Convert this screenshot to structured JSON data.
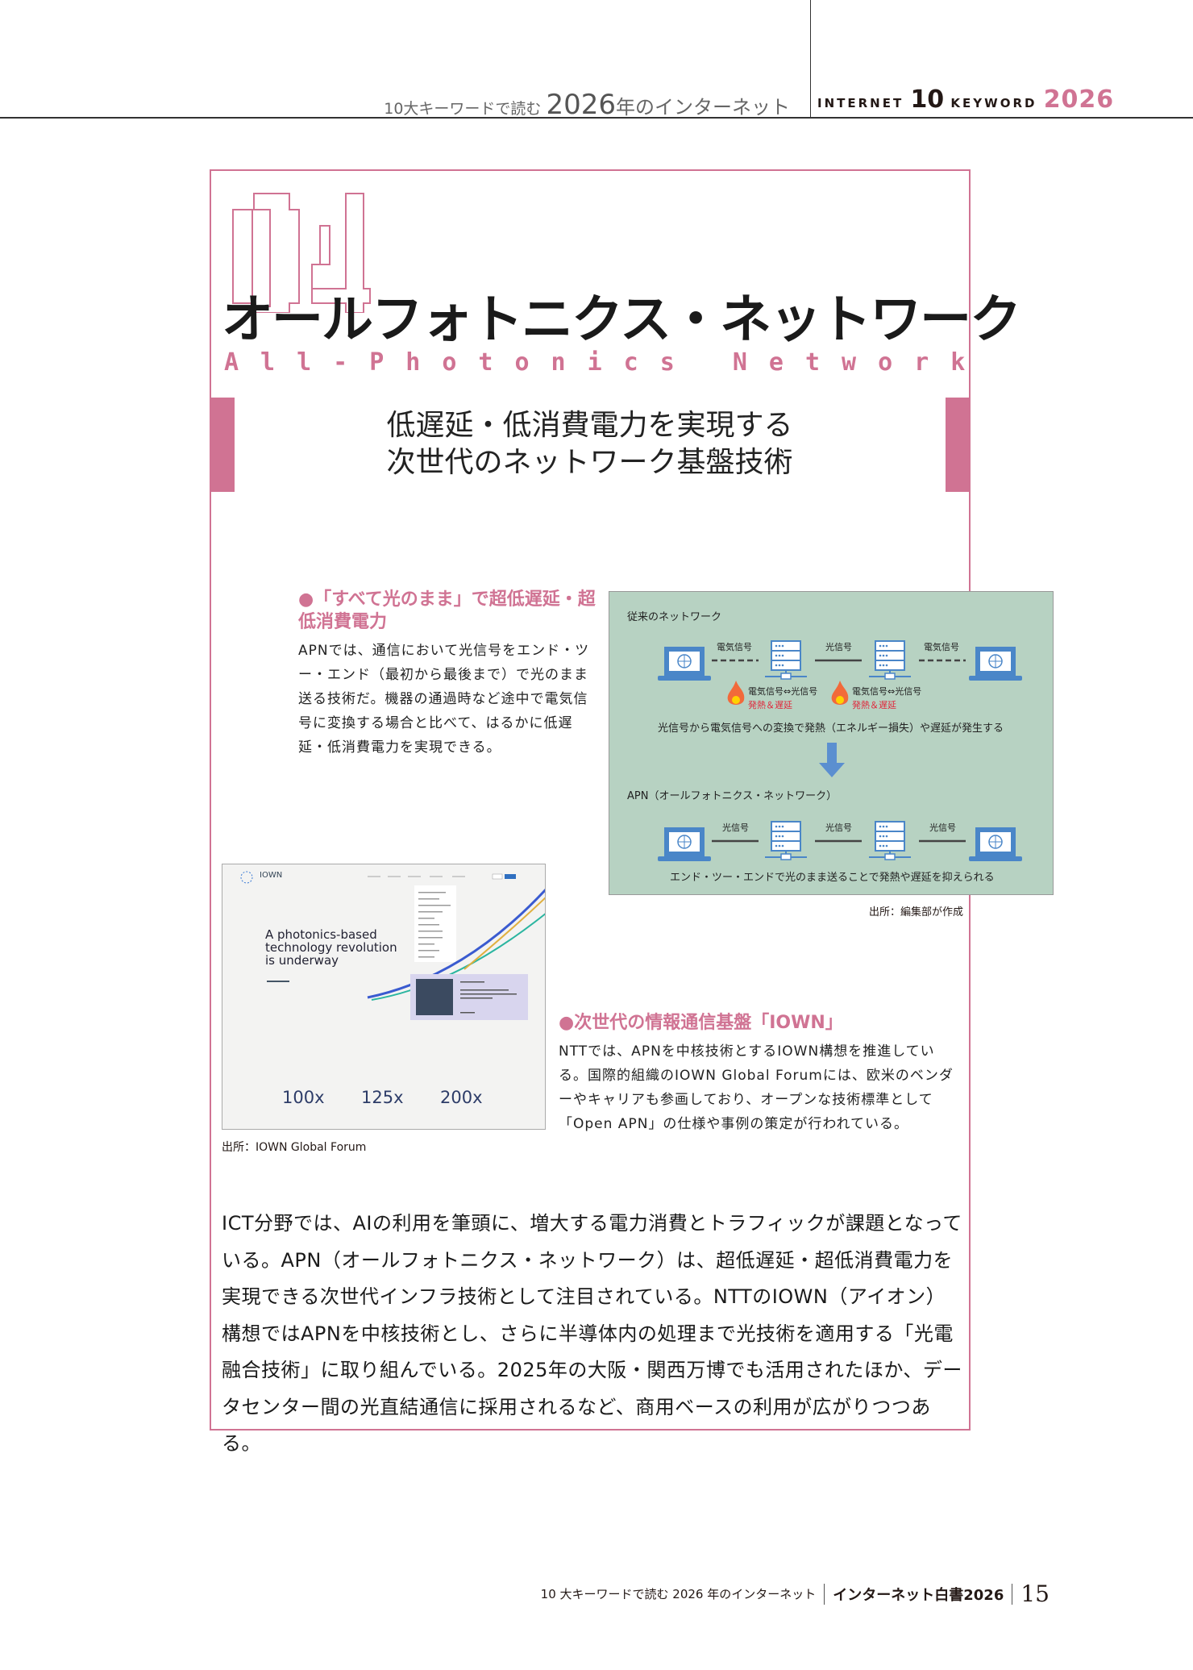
{
  "header": {
    "left_small": "10大キーワードで読む",
    "left_year": "2026",
    "left_rest": "年のインターネット",
    "right_a": "INTERNET",
    "right_num": "10",
    "right_b": "KEYWORD",
    "right_year": "2026"
  },
  "article": {
    "number": "04",
    "title": "オールフォトニクス・ネットワーク",
    "title_en": "All-Photonics Network",
    "subtitle_line1": "低遅延・低消費電力を実現する",
    "subtitle_line2": "次世代のネットワーク基盤技術"
  },
  "section1": {
    "heading": "●「すべて光のまま」で超低遅延・超低消費電力",
    "body": "APNでは、通信において光信号をエンド・ツー・エンド（最初から最後まで）で光のまま送る技術だ。機器の通過時など途中で電気信号に変換する場合と比べて、はるかに低遅延・低消費電力を実現できる。"
  },
  "diagram": {
    "top_title": "従来のネットワーク",
    "elec": "電気信号",
    "opt": "光信号",
    "conv": "電気信号⇔光信号",
    "heat": "発熱＆遅延",
    "top_note": "光信号から電気信号への変換で発熱（エネルギー損失）や遅延が発生する",
    "bottom_title": "APN（オールフォトニクス・ネットワーク）",
    "bottom_note": "エンド・ツー・エンドで光のまま送ることで発熱や遅延を抑えられる",
    "credit": "出所：編集部が作成",
    "colors": {
      "bg": "#b7d2c2",
      "icon": "#4a86c8",
      "heat": "#e0283c"
    }
  },
  "screenshot": {
    "logo": "IOWN",
    "headline": "A photonics-based technology revolution is underway",
    "stats": [
      "100x",
      "125x",
      "200x"
    ],
    "credit": "出所：IOWN Global Forum"
  },
  "section2": {
    "heading": "●次世代の情報通信基盤「IOWN」",
    "body": "NTTでは、APNを中核技術とするIOWN構想を推進している。国際的組織のIOWN Global Forumには、欧米のベンダーやキャリアも参画しており、オープンな技術標準として「Open APN」の仕様や事例の策定が行われている。"
  },
  "main_text": "ICT分野では、AIの利用を筆頭に、増大する電力消費とトラフィックが課題となっている。APN（オールフォトニクス・ネットワーク）は、超低遅延・超低消費電力を実現できる次世代インフラ技術として注目されている。NTTのIOWN（アイオン）構想ではAPNを中核技術とし、さらに半導体内の処理まで光技術を適用する「光電融合技術」に取り組んでいる。2025年の大阪・関西万博でも活用されたほか、データセンター間の光直結通信に採用されるなど、商用ベースの利用が広がりつつある。",
  "footer": {
    "left": "10 大キーワードで読む 2026 年のインターネット",
    "book": "インターネット白書2026",
    "page": "15"
  },
  "accent": "#d07393"
}
